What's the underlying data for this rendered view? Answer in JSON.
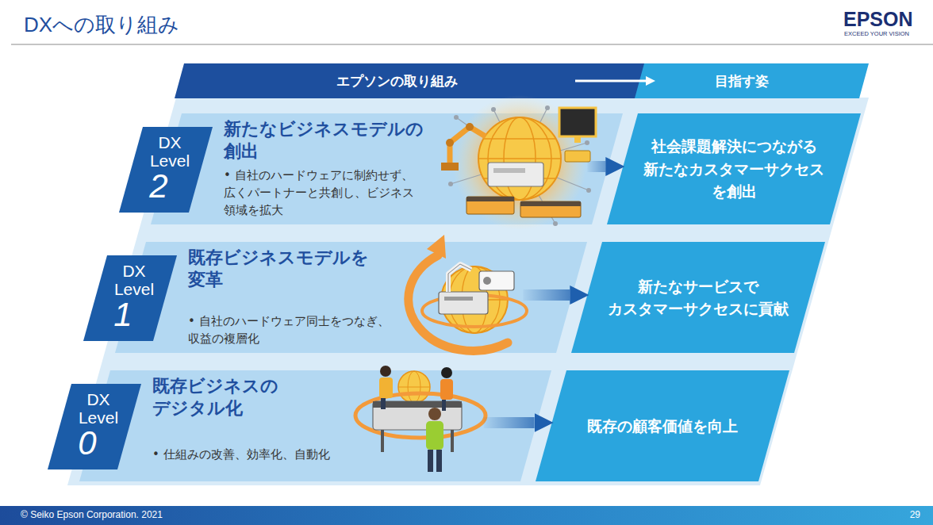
{
  "diagram": {
    "title": "DXへの取り組み",
    "nodes": [
      {
        "text": [
          "エプソンの取り組み"
        ]
      },
      {
        "text": [
          "目指す姿"
        ]
      },
      {
        "text": [
          "DX Level",
          "2"
        ]
      },
      {
        "text": [
          "新たなビジネスモデルの 創出",
          "• 自社のハードウェアに制約せず、 広くパートナーと共創し、ビジネス 領域を拡大"
        ]
      },
      {
        "text": [
          "社会課題解決につながる 新たなカスタマーサクセス を創出"
        ]
      },
      {
        "text": [
          "DX Level",
          "1"
        ]
      },
      {
        "text": [
          "既存ビジネスモデルを 変革",
          "• 自社のハードウェア同士をつなぎ、 収益の複層化"
        ]
      },
      {
        "text": [
          "新たなサービスで カスタマーサクセスに貢献"
        ]
      },
      {
        "text": [
          "DX Level",
          "0"
        ]
      },
      {
        "text": [
          "既存ビジネスの デジタル化",
          "• 仕組みの改善、効率化、自動化"
        ]
      },
      {
        "text": [
          "既存の顧客価値を向上"
        ]
      }
    ],
    "edges": [
      {
        "from": 0,
        "to": 1,
        "arrow": "to"
      },
      {
        "from": 3,
        "to": 4,
        "arrow": "to"
      },
      {
        "from": 6,
        "to": 7,
        "arrow": "to"
      },
      {
        "from": 9,
        "to": 10,
        "arrow": "to"
      }
    ],
    "labels": [
      "EPSON",
      "EXCEED YOUR VISION",
      "© Seiko Epson Corporation. 2021",
      "29"
    ]
  }
}
